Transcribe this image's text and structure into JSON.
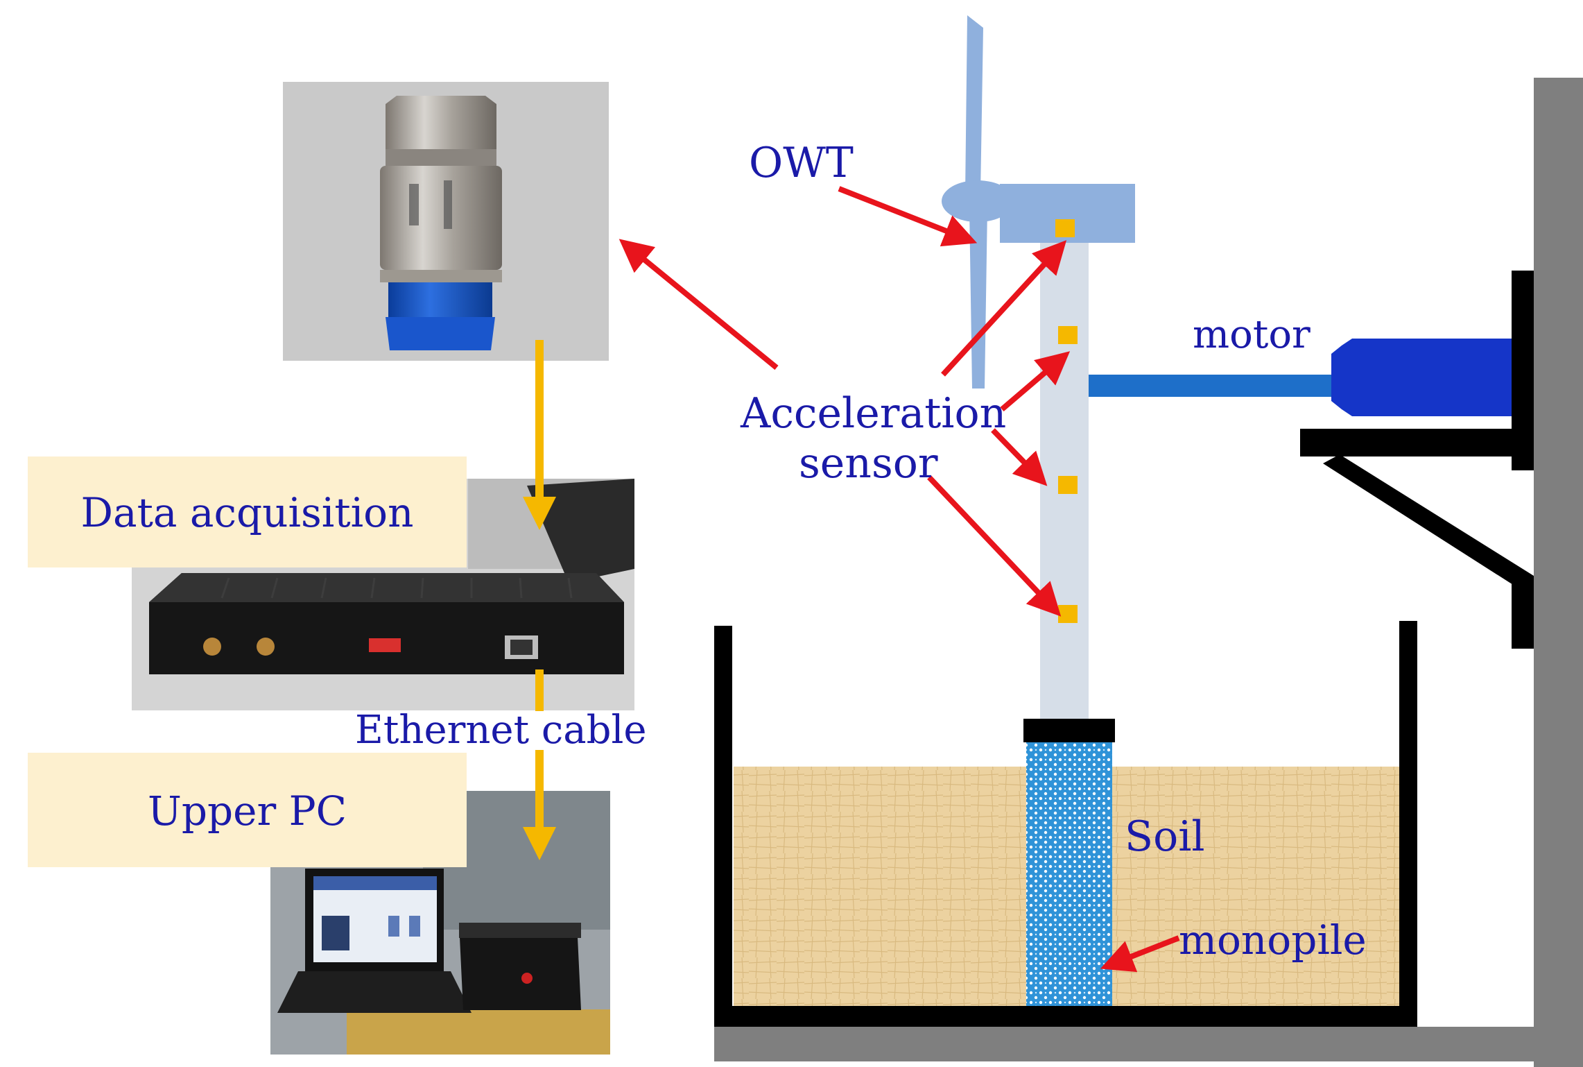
{
  "labels": {
    "owt": "OWT",
    "acceleration": "Acceleration",
    "sensor": "sensor",
    "motor": "motor",
    "soil": "Soil",
    "monopile": "monopile",
    "ethernet_cable": "Ethernet cable",
    "data_acquisition": "Data acquisition",
    "upper_pc": "Upper PC"
  },
  "colors": {
    "label_text": "#1a1aa8",
    "red_arrow": "#e8141c",
    "yellow_arrow": "#f5b800",
    "box_fill": "#fdf0cf",
    "soil": "#ecd3a0",
    "tower": "#d6dee8",
    "turbine": "#8fb0dd",
    "motor": "#1535c8",
    "shaft": "#1e6fc9",
    "sensor_marker": "#f5b800",
    "wall": "#808080",
    "pile": "#3aa0e0"
  }
}
